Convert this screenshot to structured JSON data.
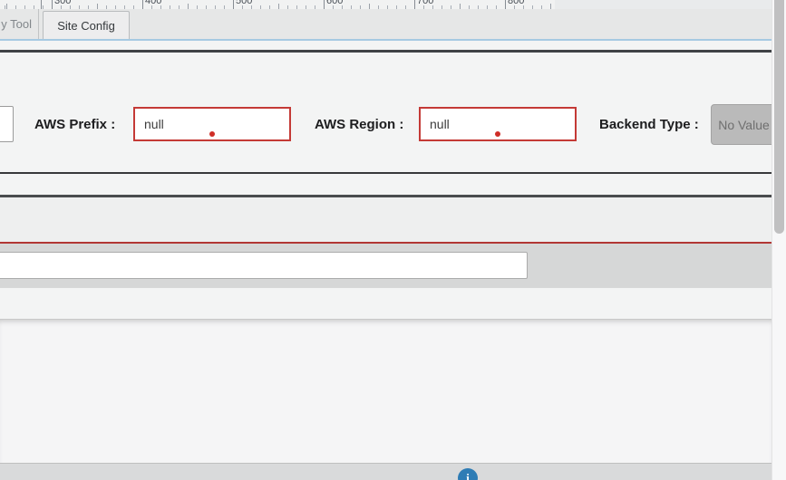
{
  "ruler": {
    "labels": [
      "300",
      "400",
      "500",
      "600",
      "700",
      "800"
    ]
  },
  "tabs": {
    "inactive_label": "y Tool",
    "active_label": "Site Config"
  },
  "form": {
    "aws_prefix": {
      "label": "AWS Prefix :",
      "value": "null"
    },
    "aws_region": {
      "label": "AWS Region :",
      "value": "null"
    },
    "backend_type": {
      "label": "Backend Type :",
      "value": "No Value"
    }
  },
  "band_input": {
    "value": ""
  },
  "footer": {
    "info_icon_glyph": "i"
  },
  "colors": {
    "error_border_red": "#c43a36",
    "required_dot_red": "#cf2e27",
    "red_divider": "#b23734",
    "tab_accent_blue": "#a6c9e2",
    "footer_icon_blue": "#2e7cb5",
    "no_value_gray": "#bababa"
  }
}
